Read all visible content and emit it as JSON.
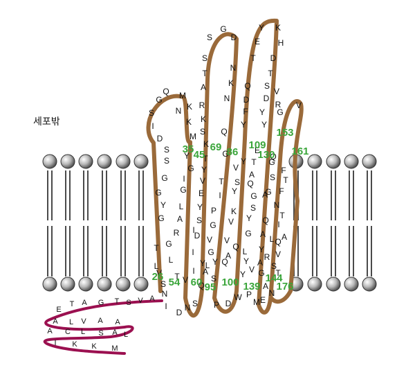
{
  "side_label": "세포밖",
  "colors": {
    "backbone": "#9a6a3a",
    "helix": "#9b1050",
    "number": "#3aa53a",
    "lipid_tail": "#4a4a4a"
  },
  "residue_labels": [
    "S",
    "G",
    "D",
    "Y",
    "K",
    "S",
    "N",
    "E",
    "H",
    "T",
    "D",
    "A",
    "K",
    "T",
    "T",
    "Q",
    "S",
    "V",
    "R",
    "N",
    "D",
    "R",
    "F",
    "V",
    "D",
    "Q",
    "M",
    "G",
    "S",
    "K",
    "Y",
    "G",
    "I",
    "N",
    "K",
    "K",
    "Y",
    "Q",
    "Y",
    "M",
    "D",
    "S",
    "S",
    "K",
    "E",
    "T",
    "Y",
    "G",
    "Q",
    "S",
    "T",
    "G",
    "Y",
    "G",
    "V",
    "F",
    "Y",
    "G",
    "I",
    "T",
    "S",
    "Q",
    "T",
    "V",
    "A",
    "F",
    "G",
    "S",
    "G",
    "I",
    "A",
    "Y",
    "E",
    "Y",
    "G",
    "G",
    "N",
    "L",
    "G",
    "Y",
    "A",
    "K",
    "S",
    "T",
    "P",
    "S",
    "Q",
    "Y",
    "I",
    "I",
    "R",
    "V",
    "A",
    "L",
    "A",
    "G",
    "G",
    "D",
    "G",
    "V",
    "V",
    "Q",
    "T",
    "Q",
    "I",
    "L",
    "G",
    "Y",
    "L",
    "Y",
    "V",
    "R",
    "A",
    "Y",
    "A",
    "L",
    "L",
    "S",
    "V",
    "Q",
    "V",
    "I",
    "Y",
    "T",
    "G",
    "V",
    "Y",
    "S",
    "A",
    "T",
    "S",
    "Q",
    "N",
    "A",
    "I",
    "D",
    "N",
    "S",
    "P",
    "D",
    "W",
    "P",
    "M",
    "E",
    "N"
  ],
  "numbers": [
    "35",
    "45",
    "69",
    "86",
    "109",
    "130",
    "153",
    "161",
    "26",
    "54",
    "60",
    "95",
    "100",
    "139",
    "144",
    "176"
  ],
  "tail_labels": [
    "E",
    "T",
    "A",
    "G",
    "T",
    "S",
    "V",
    "A",
    "A",
    "L",
    "V",
    "A",
    "A",
    "A",
    "C",
    "L",
    "S",
    "A",
    "L",
    "I",
    "K",
    "K",
    "M"
  ]
}
